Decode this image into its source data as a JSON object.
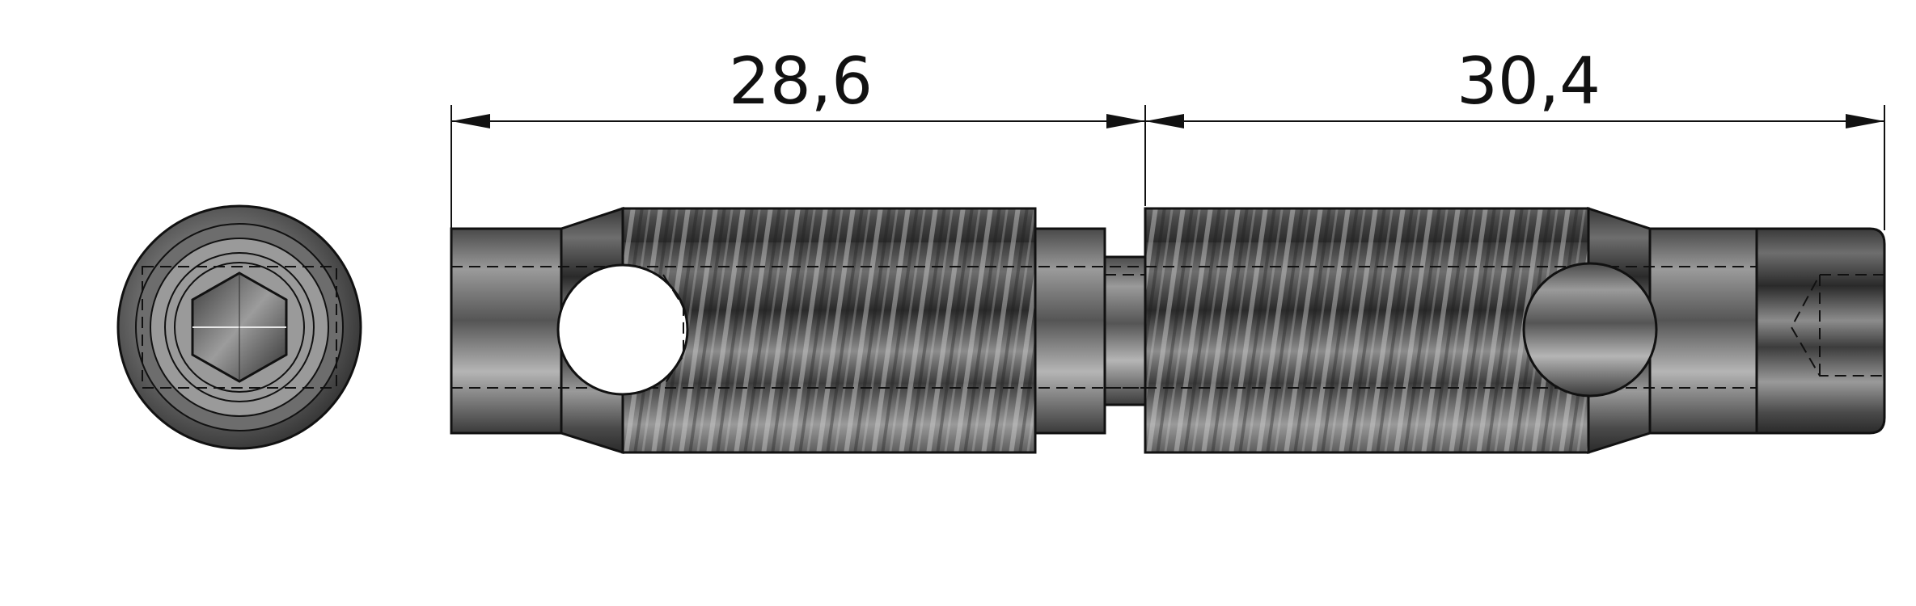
{
  "dimensions": [
    {
      "id": "left-length",
      "label": "28,6"
    },
    {
      "id": "right-length",
      "label": "30,4"
    }
  ],
  "colors": {
    "ink": "#111111",
    "metal_dark": "#2e2e2e",
    "metal_mid": "#6a6a6a",
    "metal_light": "#bdbdbd",
    "paper": "#ffffff"
  }
}
